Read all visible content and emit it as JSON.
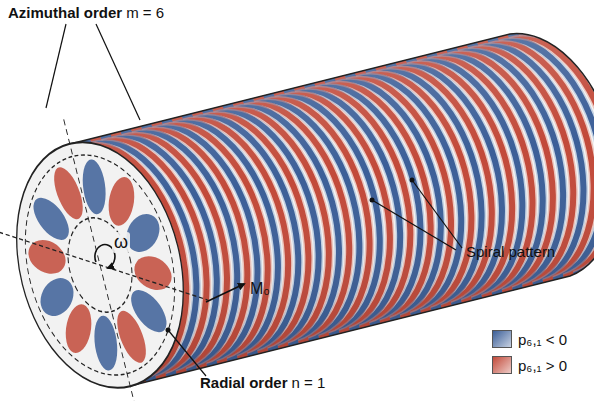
{
  "diagram": {
    "labels": [
      "Azimuthal order",
      "m = 6",
      "ω",
      "Spiral pattern",
      "M₀",
      "Radial order",
      "n = 1"
    ],
    "legend": [
      {
        "text": "p₆,₁ < 0",
        "color": "#3c5f98"
      },
      {
        "text": "p₆,₁ > 0",
        "color": "#c24a3a"
      }
    ]
  }
}
